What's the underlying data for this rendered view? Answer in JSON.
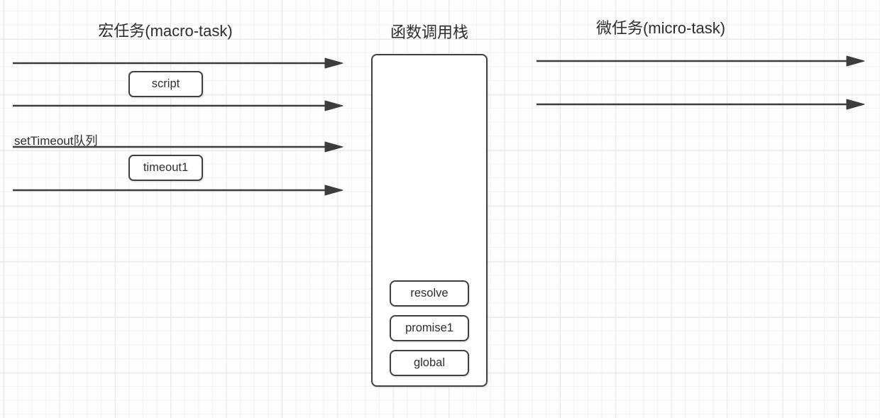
{
  "diagram": {
    "columns": {
      "macro": {
        "title": "宏任务(macro-task)"
      },
      "stack": {
        "title": "函数调用栈"
      },
      "micro": {
        "title": "微任务(micro-task)"
      }
    },
    "macro_queue": {
      "queue_label": "setTimeout队列",
      "tasks": [
        {
          "label": "script"
        },
        {
          "label": "timeout1"
        }
      ]
    },
    "call_stack": {
      "frames": [
        {
          "label": "resolve"
        },
        {
          "label": "promise1"
        },
        {
          "label": "global"
        }
      ]
    },
    "colors": {
      "stroke": "#3d3d3d",
      "text": "#2e2e2e",
      "box_fill": "#ffffff",
      "box_border": "#404040",
      "grid_minor": "#f3f3f3",
      "grid_major": "#e7e7e7",
      "background": "#fdfdfd"
    }
  }
}
